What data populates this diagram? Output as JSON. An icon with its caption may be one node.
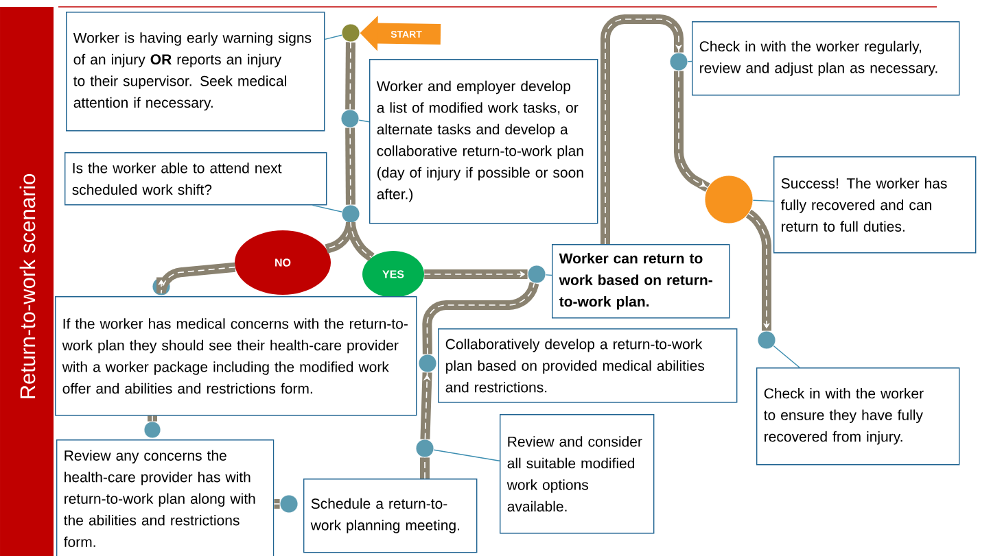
{
  "diagram": {
    "title": "Return-to-work scenario",
    "nodes": [
      {
        "text": [],
        "shape": "circle"
      },
      {
        "text": [
          "Worker is having early warning signs of an injury **OR** reports an injury to their supervisor. Seek medical attention if necessary."
        ]
      },
      {
        "text": [],
        "shape": "circle"
      },
      {
        "text": [
          "Worker and employer develop a list of modified work tasks, or alternate tasks and develop a collaborative return-to-work plan (day of injury if possible or soon after.)"
        ]
      },
      {
        "text": [],
        "shape": "circle"
      },
      {
        "text": [
          "Is the worker able to attend next scheduled work shift?"
        ]
      },
      {
        "text": [
          "NO"
        ]
      },
      {
        "text": [
          "YES"
        ]
      },
      {
        "text": [],
        "shape": "circle"
      },
      {
        "text": [
          "If the worker has medical concerns with the return-to-work plan they should see their health-care provider with a worker package including the modified work offer and abilities and restrictions form."
        ]
      },
      {
        "text": [],
        "shape": "circle"
      },
      {
        "text": [
          "Review any concerns the health-care provider has with return-to-work plan along with the abilities and restrictions form."
        ]
      },
      {
        "text": [],
        "shape": "circle"
      },
      {
        "text": [
          "Schedule a return-to-work planning meeting."
        ]
      },
      {
        "text": [],
        "shape": "circle"
      },
      {
        "text": [
          "Review and consider all suitable modified work options available."
        ]
      },
      {
        "text": [],
        "shape": "circle"
      },
      {
        "text": [
          "Collaboratively develop a return-to-work plan based on provided medical abilities and restrictions."
        ]
      },
      {
        "text": [],
        "shape": "circle"
      },
      {
        "text": [
          "Worker can return to work based on return-to-work plan."
        ]
      },
      {
        "text": [],
        "shape": "circle"
      },
      {
        "text": [
          "Check in with the worker regularly, review and adjust plan as necessary."
        ]
      },
      {
        "text": [],
        "shape": "circle"
      },
      {
        "text": [
          "Success! The worker has fully recovered and can return to full duties."
        ]
      },
      {
        "text": [],
        "shape": "circle"
      },
      {
        "text": [
          "Check in with the worker to ensure they have fully recovered from injury."
        ]
      }
    ],
    "edges": [
      {
        "from": 0,
        "to": 2,
        "arrow": "none"
      },
      {
        "from": 2,
        "to": 4,
        "arrow": "none"
      },
      {
        "from": 4,
        "to": 6,
        "arrow": "none"
      },
      {
        "from": 4,
        "to": 7,
        "arrow": "none"
      },
      {
        "from": 6,
        "to": 8,
        "arrow": "to"
      },
      {
        "from": 9,
        "to": 10,
        "arrow": "none"
      },
      {
        "from": 11,
        "to": 12,
        "arrow": "none"
      },
      {
        "from": 13,
        "to": 14,
        "arrow": "none"
      },
      {
        "from": 14,
        "to": 16,
        "arrow": "to"
      },
      {
        "from": 16,
        "to": 18,
        "arrow": "none"
      },
      {
        "from": 7,
        "to": 18,
        "arrow": "to"
      },
      {
        "from": 19,
        "to": 20,
        "arrow": "to"
      },
      {
        "from": 20,
        "to": 22,
        "arrow": "to"
      },
      {
        "from": 22,
        "to": 24,
        "arrow": "to"
      },
      {
        "from": null,
        "to": 0,
        "arrow": "to",
        "label": "START",
        "style": "thick",
        "color": "#f7931e"
      },
      {
        "from": 1,
        "to": 0,
        "arrow": "none",
        "color": "#3b8db0"
      },
      {
        "from": 3,
        "to": 2,
        "arrow": "none",
        "color": "#3b8db0"
      },
      {
        "from": 5,
        "to": 4,
        "arrow": "none",
        "color": "#3b8db0"
      },
      {
        "from": 19,
        "to": 18,
        "arrow": "none",
        "color": "#3b8db0"
      },
      {
        "from": 15,
        "to": 14,
        "arrow": "none",
        "color": "#3b8db0"
      },
      {
        "from": 21,
        "to": 20,
        "arrow": "none",
        "color": "#3b8db0"
      },
      {
        "from": 23,
        "to": 22,
        "arrow": "none",
        "color": "#3b8db0"
      },
      {
        "from": 25,
        "to": 24,
        "arrow": "none",
        "color": "#3b8db0"
      }
    ]
  }
}
